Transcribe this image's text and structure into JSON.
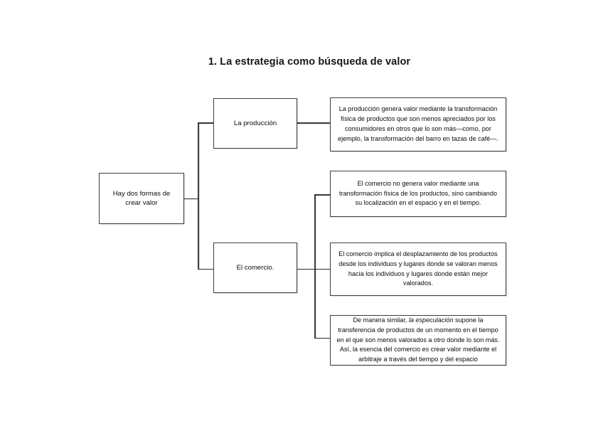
{
  "document": {
    "title": "1. La estrategia como búsqueda de valor"
  },
  "diagram": {
    "type": "tree-flowchart",
    "root": {
      "label": "Hay dos formas de crear valor"
    },
    "branches": [
      {
        "label": "La producción",
        "details": [
          {
            "text_before_italic": "La producción genera valor mediante la transformación física de productos que son menos apreciados por los consumidores en otros que lo son más—como, por ejemplo, la transformación del barro en tazas de café—.",
            "italic": "",
            "text_after_italic": ""
          }
        ]
      },
      {
        "label": "El comercio.",
        "details": [
          {
            "text_before_italic": "El comercio no genera valor mediante una transformación física de los productos, sino cambiando su localización en el espacio y en el tiempo.",
            "italic": "",
            "text_after_italic": ""
          },
          {
            "text_before_italic": "El comercio implica el desplazamiento de los productos desde los individuos y lugares donde se valoran menos hacia los individuos y lugares donde están mejor valorados.",
            "italic": "",
            "text_after_italic": ""
          },
          {
            "text_before_italic": "De manera similar, ",
            "italic": "la especulación",
            "text_after_italic": " supone la transferencia de productos de un momento en el tiempo en el que son menos valorados a otro donde lo son más. Así, la esencia del comercio es crear valor mediante el arbitraje a través del tiempo y del espacio"
          }
        ]
      }
    ]
  },
  "style": {
    "line_color": "#3f3f3f",
    "box_border_color": "#3f3f3f",
    "background": "#ffffff",
    "text_color": "#000000"
  }
}
